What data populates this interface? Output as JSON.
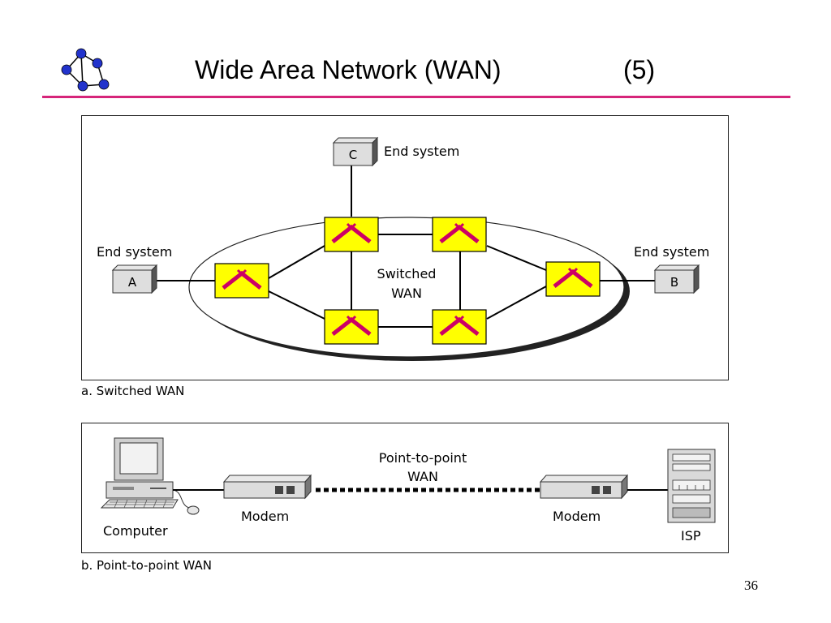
{
  "slide": {
    "title": "Wide Area Network (WAN)",
    "number_label": "(5)",
    "page_number": "36",
    "accent_color": "#d6257a"
  },
  "switched_wan": {
    "caption": "a. Switched WAN",
    "cloud_label_line1": "Switched",
    "cloud_label_line2": "WAN",
    "end_system_c": {
      "label": "End system",
      "box": "C"
    },
    "end_system_a": {
      "label": "End system",
      "box": "A"
    },
    "end_system_b": {
      "label": "End system",
      "box": "B"
    },
    "switch_color": "#ffff00",
    "switch_symbol_color": "#cc0066",
    "switch_icon": "switch-icon"
  },
  "point_to_point_wan": {
    "caption": "b. Point-to-point WAN",
    "link_label_line1": "Point-to-point",
    "link_label_line2": "WAN",
    "computer_label": "Computer",
    "modem_left_label": "Modem",
    "modem_right_label": "Modem",
    "isp_label": "ISP"
  }
}
